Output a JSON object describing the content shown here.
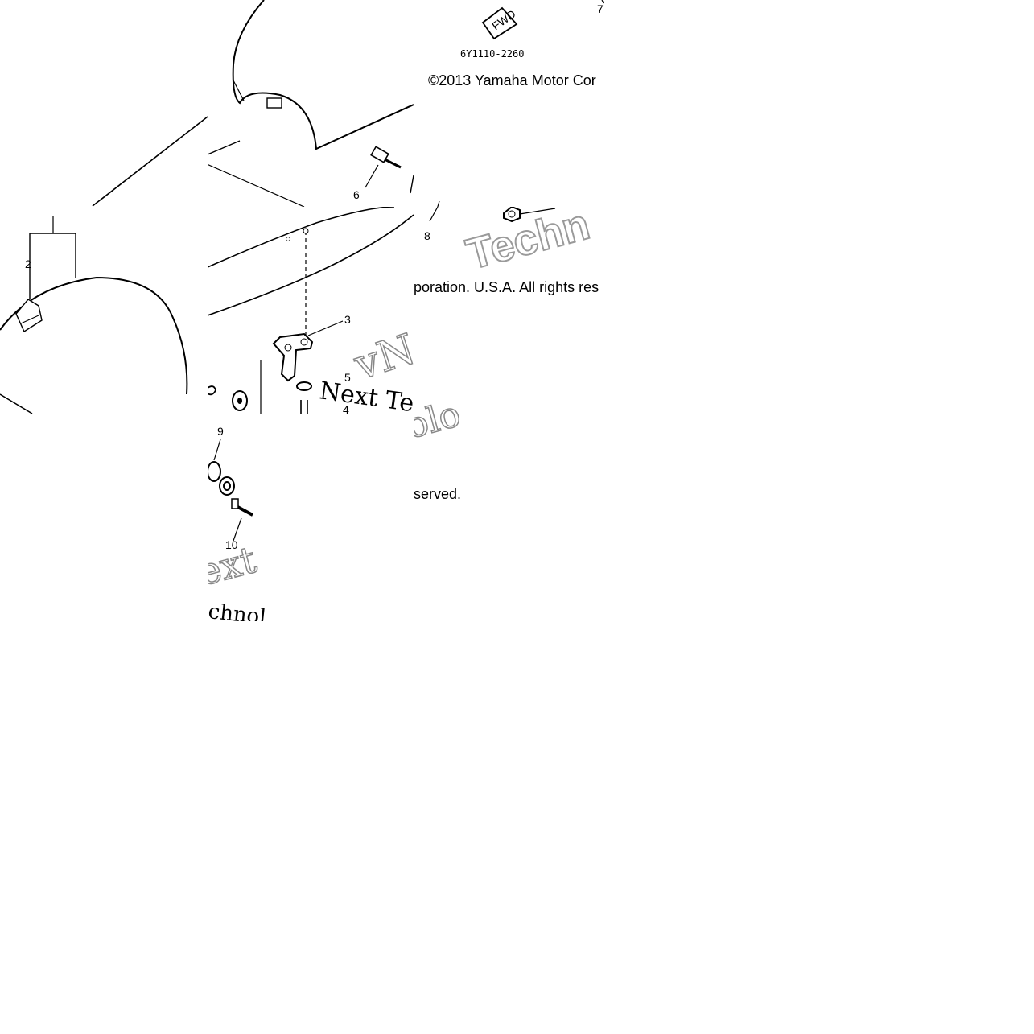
{
  "diagram": {
    "part_code": "6Y1110-2260",
    "copyright_fragments": [
      "©2013 Yamaha Motor Cor",
      "poration. U.S.A. All rights res",
      "served."
    ],
    "fwd_label": "FWD",
    "callouts": [
      "2",
      "3",
      "5",
      "6",
      "7",
      "8",
      "9",
      "10"
    ],
    "watermark_fragments": [
      "Techn",
      "vNe",
      "Next Te",
      "olo",
      "ext",
      "chnol"
    ]
  }
}
